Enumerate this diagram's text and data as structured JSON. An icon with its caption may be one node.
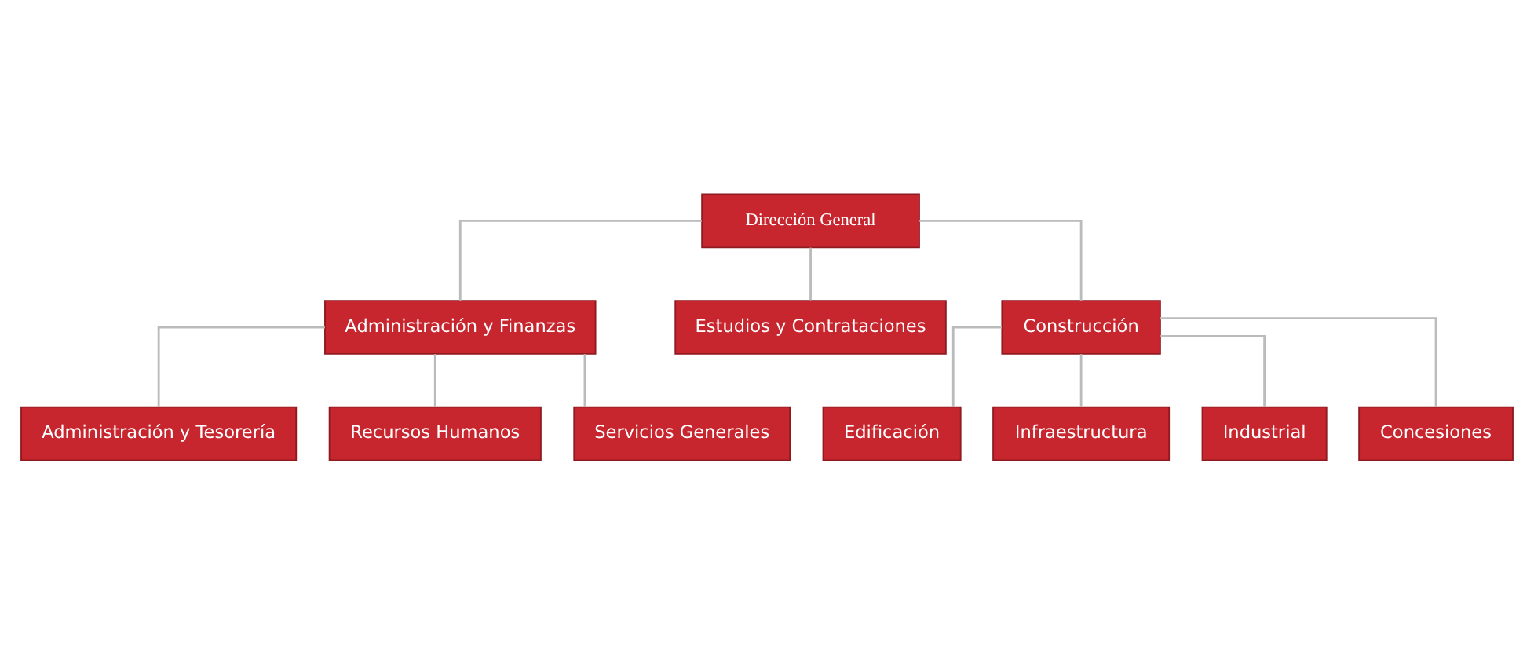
{
  "diagram": {
    "nodes": [
      {
        "text": [
          "Dirección General"
        ]
      },
      {
        "text": [
          "Administración y Finanzas"
        ]
      },
      {
        "text": [
          "Estudios y Contrataciones"
        ]
      },
      {
        "text": [
          "Construcción"
        ]
      },
      {
        "text": [
          "Administración y Tesorería"
        ]
      },
      {
        "text": [
          "Recursos Humanos"
        ]
      },
      {
        "text": [
          "Servicios Generales"
        ]
      },
      {
        "text": [
          "Edificación"
        ]
      },
      {
        "text": [
          "Infraestructura"
        ]
      },
      {
        "text": [
          "Industrial"
        ]
      },
      {
        "text": [
          "Concesiones"
        ]
      }
    ],
    "edges": [
      {
        "from": 0,
        "to": 1,
        "arrow": "none"
      },
      {
        "from": 0,
        "to": 2,
        "arrow": "none"
      },
      {
        "from": 0,
        "to": 3,
        "arrow": "none"
      },
      {
        "from": 1,
        "to": 4,
        "arrow": "none"
      },
      {
        "from": 1,
        "to": 5,
        "arrow": "none"
      },
      {
        "from": 1,
        "to": 6,
        "arrow": "none"
      },
      {
        "from": 3,
        "to": 7,
        "arrow": "none"
      },
      {
        "from": 3,
        "to": 8,
        "arrow": "none"
      },
      {
        "from": 3,
        "to": 9,
        "arrow": "none"
      },
      {
        "from": 3,
        "to": 10,
        "arrow": "none"
      }
    ]
  }
}
